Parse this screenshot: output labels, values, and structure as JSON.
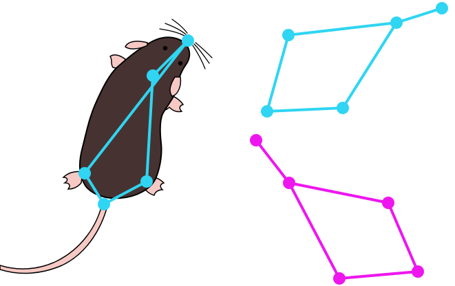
{
  "colors": {
    "background": "#ffffff",
    "mouse_body": "#463331",
    "mouse_outline": "#000000",
    "mouse_pink": "#f6c9c4",
    "skeleton_on_mouse": "#2fd5f2",
    "skeleton_cyan": "#2fd5f2",
    "skeleton_magenta": "#ee16ee"
  },
  "figures": [
    {
      "name": "mouse-illustration-with-pose-skeleton",
      "icon": "mouse-top-view-icon"
    },
    {
      "name": "extracted-pose-skeleton-cyan"
    },
    {
      "name": "extracted-pose-skeleton-magenta"
    }
  ]
}
